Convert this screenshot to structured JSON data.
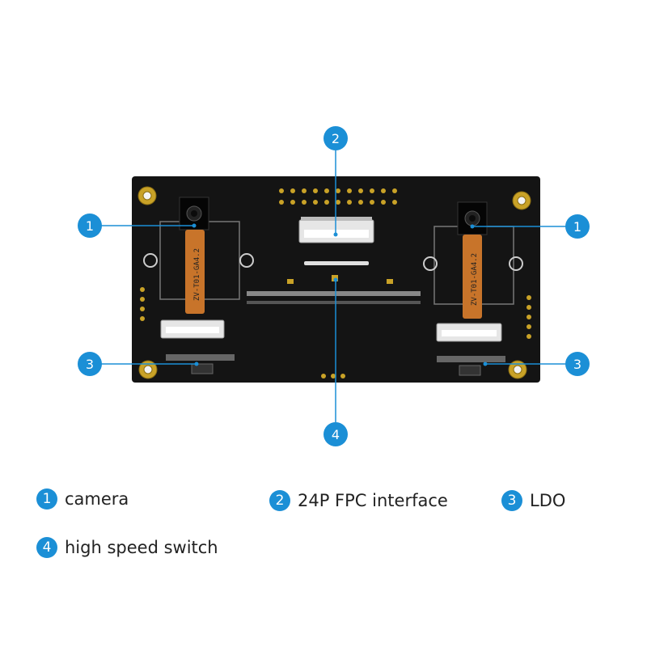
{
  "legend": [
    {
      "num": "1",
      "label": "camera"
    },
    {
      "num": "2",
      "label": "24P FPC interface"
    },
    {
      "num": "3",
      "label": "LDO"
    },
    {
      "num": "4",
      "label": "high speed switch"
    }
  ],
  "camera_module_text": "ZV-T01-GA4.2",
  "colors": {
    "accent": "#1b8fd6",
    "board": "#141414",
    "flex_cable": "#c8742a",
    "gold": "#c9a227"
  }
}
